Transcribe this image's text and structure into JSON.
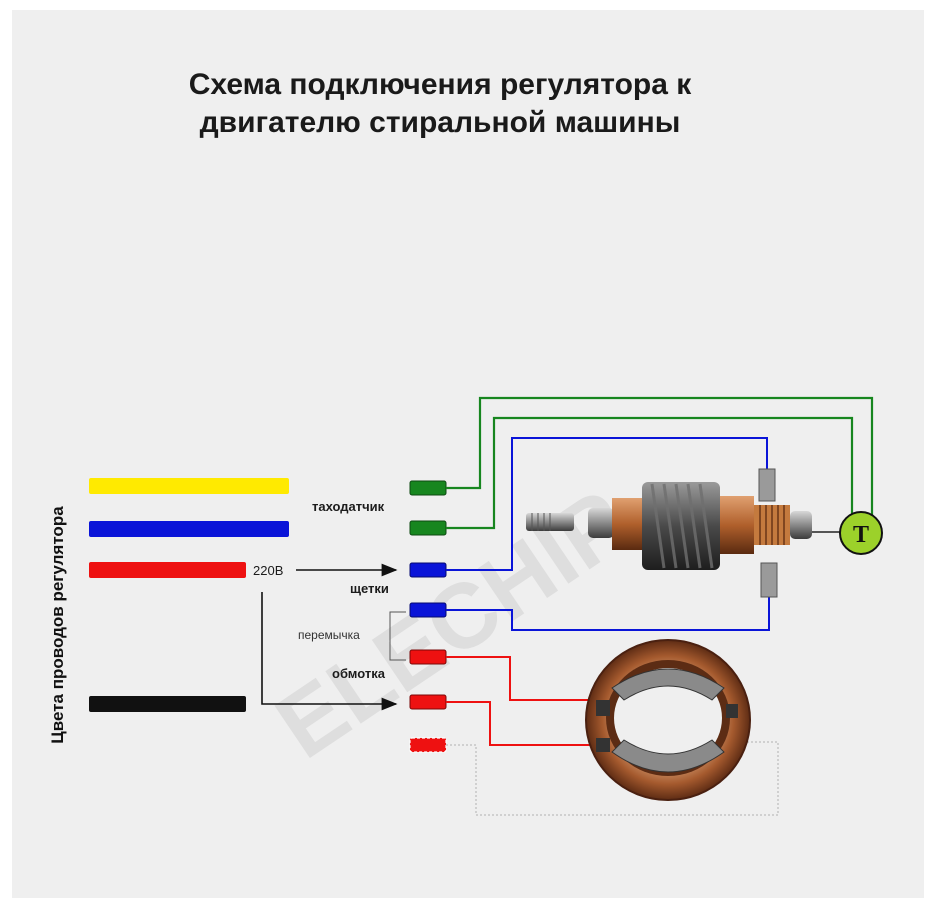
{
  "title": "Схема подключения регулятора к\nдвигателю стиральной машины",
  "vertical_label": "Цвета проводов регулятора",
  "labels": {
    "tacho": "таходатчик",
    "v220": "220В",
    "brushes": "щетки",
    "jumper": "перемычка",
    "winding": "обмотка"
  },
  "tacho_symbol": "T",
  "watermark": "ELECHIP",
  "colors": {
    "yellow": "#ffea00",
    "blue": "#0a14d8",
    "red": "#ee1111",
    "black": "#111111",
    "green": "#17861f",
    "tacho_fill": "#9cd12a",
    "background": "#efefef"
  }
}
